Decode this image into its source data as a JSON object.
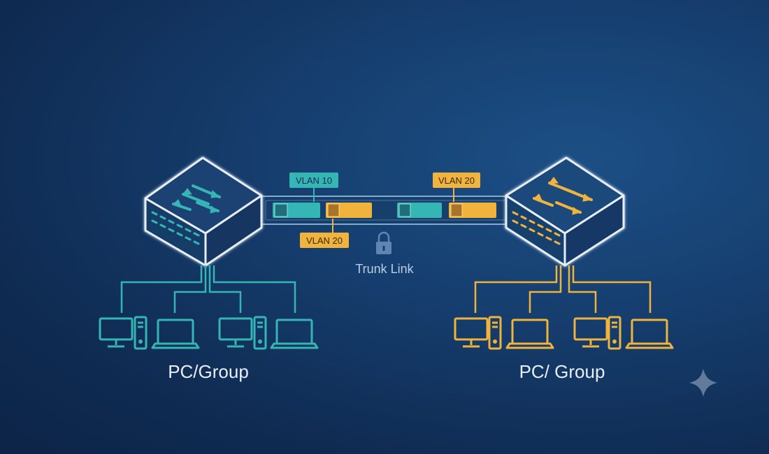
{
  "diagram": {
    "left_tag_top": "VLAN 10",
    "left_tag_bottom": "VLAN 20",
    "right_tag_top": "VLAN 20",
    "trunk_label": "Trunk Link",
    "left_group_label": "PC/Group",
    "right_group_label": "PC/ Group"
  },
  "colors": {
    "teal": "#35b6b4",
    "amber": "#f0b33c",
    "outline": "#e6eef8",
    "label": "#e8eef6"
  },
  "icons": {
    "switch": "network-switch-icon",
    "lock": "lock-icon",
    "monitor": "desktop-pc-icon",
    "laptop": "laptop-icon",
    "sparkle": "sparkle-icon"
  }
}
